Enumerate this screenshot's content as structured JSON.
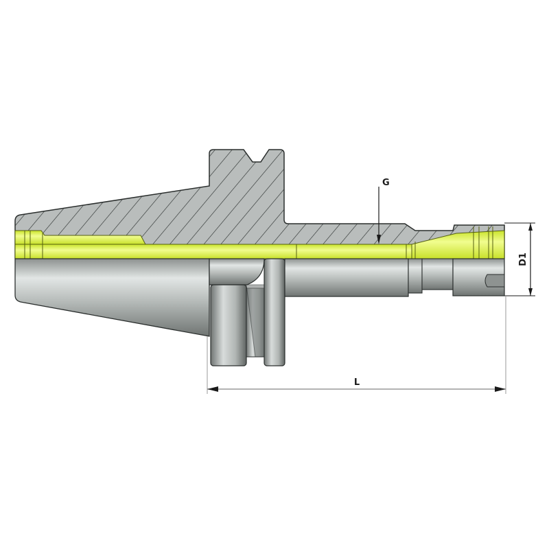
{
  "drawing": {
    "title": "Tool holder cross-section drawing",
    "labels": {
      "G": "G",
      "D1": "D1",
      "L": "L"
    },
    "colors": {
      "background": "#ffffff",
      "section_fill": "#b9bdbc",
      "hatch": "#2e3332",
      "bore_yellow": "#d8ef3c",
      "bore_yellow_light": "#eefc8a",
      "steel_light": "#dfe3e2",
      "steel_mid": "#a9aeac",
      "steel_dark": "#6b706e",
      "outline": "#2a2e2d",
      "dim_line": "#9a9a9a"
    }
  }
}
